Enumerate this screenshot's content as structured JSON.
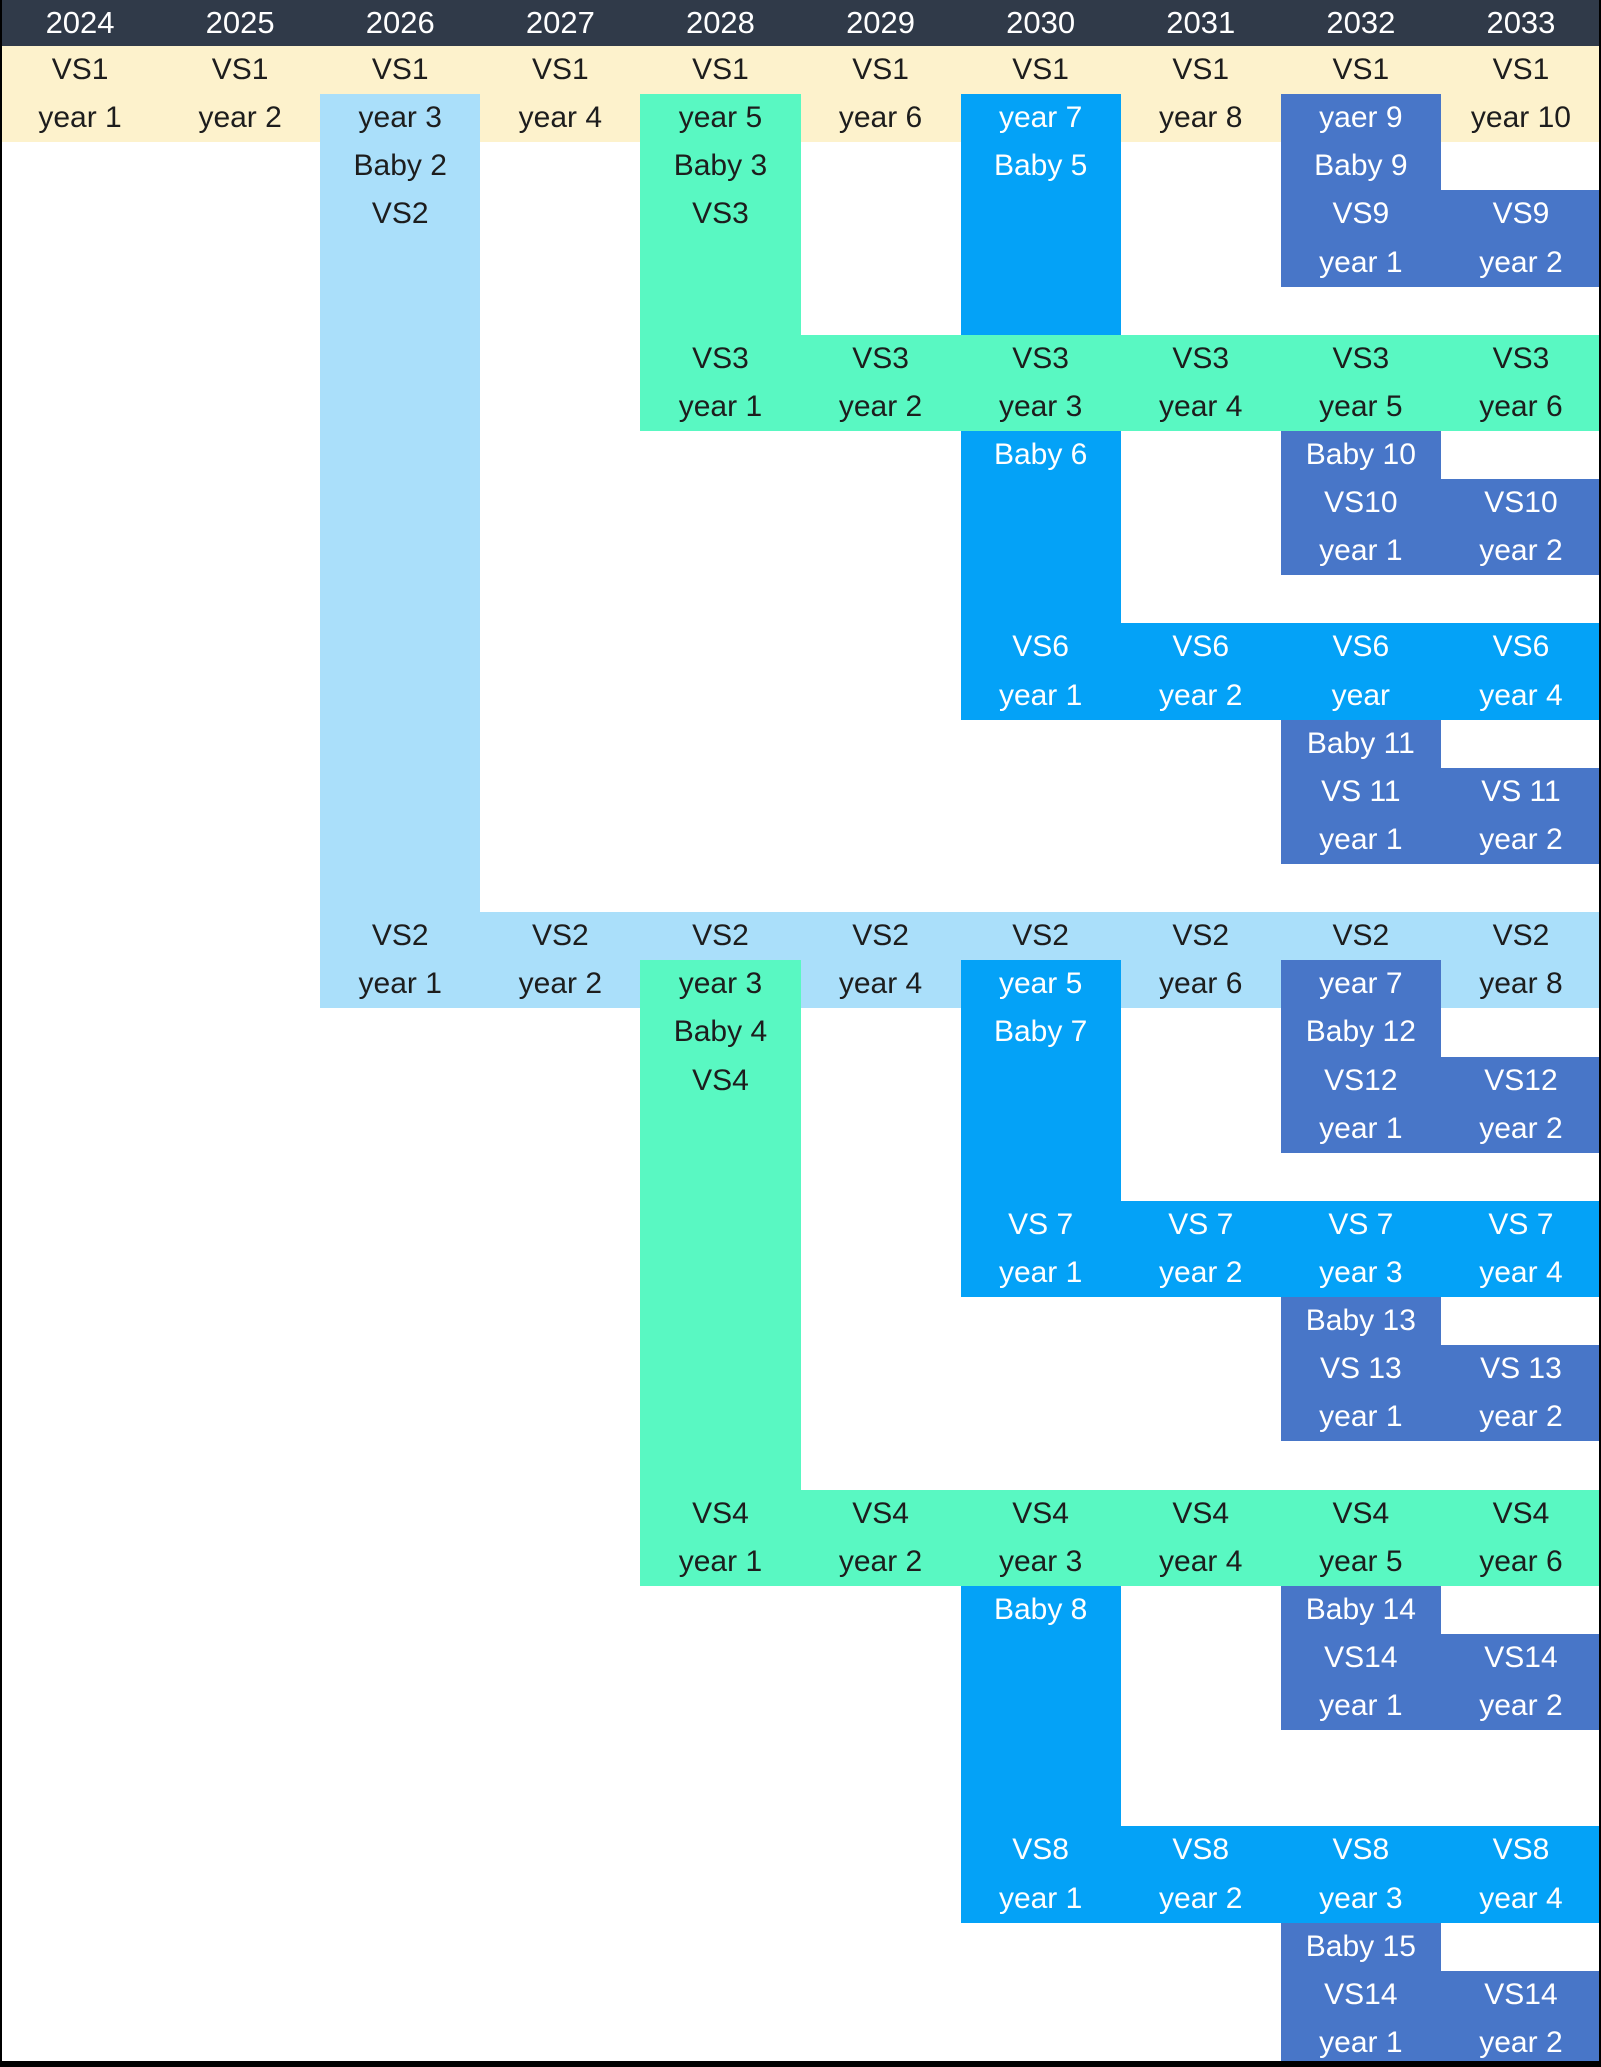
{
  "colors": {
    "header_bg": "#303A49",
    "header_text": "#FFFFFF",
    "cream": "#FDF2CC",
    "light_blue": "#AADFFA",
    "mint": "#59F8C2",
    "azure": "#04A2F7",
    "indigo": "#4876C8",
    "text_dark": "#1D1D1D",
    "text_light": "#FFFFFF",
    "border": "#000000"
  },
  "header": {
    "years": [
      "2024",
      "2025",
      "2026",
      "2027",
      "2028",
      "2029",
      "2030",
      "2031",
      "2032",
      "2033"
    ]
  },
  "blocks": [
    {
      "name": "vs1-band",
      "color": "cream",
      "c1": 1,
      "c2": 10,
      "r1": 1,
      "r2": 2
    },
    {
      "name": "vs2-vertical",
      "color": "light_blue",
      "c1": 3,
      "c2": 3,
      "r1": 2,
      "r2": 20
    },
    {
      "name": "vs2-band",
      "color": "light_blue",
      "c1": 3,
      "c2": 10,
      "r1": 19,
      "r2": 20
    },
    {
      "name": "vs3-vertical",
      "color": "mint",
      "c1": 5,
      "c2": 5,
      "r1": 2,
      "r2": 8
    },
    {
      "name": "vs3-band",
      "color": "mint",
      "c1": 5,
      "c2": 10,
      "r1": 7,
      "r2": 8
    },
    {
      "name": "vs4-vertical",
      "color": "mint",
      "c1": 5,
      "c2": 5,
      "r1": 20,
      "r2": 32
    },
    {
      "name": "vs4-band",
      "color": "mint",
      "c1": 5,
      "c2": 10,
      "r1": 31,
      "r2": 32
    },
    {
      "name": "baby5-vertical",
      "color": "azure",
      "c1": 7,
      "c2": 7,
      "r1": 2,
      "r2": 6
    },
    {
      "name": "baby6-vertical",
      "color": "azure",
      "c1": 7,
      "c2": 7,
      "r1": 9,
      "r2": 14
    },
    {
      "name": "vs6-band",
      "color": "azure",
      "c1": 7,
      "c2": 10,
      "r1": 13,
      "r2": 14
    },
    {
      "name": "baby7-vertical",
      "color": "azure",
      "c1": 7,
      "c2": 7,
      "r1": 20,
      "r2": 26
    },
    {
      "name": "vs7-band",
      "color": "azure",
      "c1": 7,
      "c2": 10,
      "r1": 25,
      "r2": 26
    },
    {
      "name": "baby8-vertical",
      "color": "azure",
      "c1": 7,
      "c2": 7,
      "r1": 33,
      "r2": 39
    },
    {
      "name": "vs8-band",
      "color": "azure",
      "c1": 7,
      "c2": 10,
      "r1": 38,
      "r2": 39
    },
    {
      "name": "vs9-block",
      "color": "indigo",
      "c1": 9,
      "c2": 9,
      "r1": 2,
      "r2": 5
    },
    {
      "name": "vs9-ext",
      "color": "indigo",
      "c1": 10,
      "c2": 10,
      "r1": 4,
      "r2": 5
    },
    {
      "name": "vs10-block",
      "color": "indigo",
      "c1": 9,
      "c2": 9,
      "r1": 9,
      "r2": 11
    },
    {
      "name": "vs10-ext",
      "color": "indigo",
      "c1": 10,
      "c2": 10,
      "r1": 10,
      "r2": 11
    },
    {
      "name": "vs11-block",
      "color": "indigo",
      "c1": 9,
      "c2": 9,
      "r1": 15,
      "r2": 17
    },
    {
      "name": "vs11-ext",
      "color": "indigo",
      "c1": 10,
      "c2": 10,
      "r1": 16,
      "r2": 17
    },
    {
      "name": "vs12-block",
      "color": "indigo",
      "c1": 9,
      "c2": 9,
      "r1": 20,
      "r2": 23
    },
    {
      "name": "vs12-ext",
      "color": "indigo",
      "c1": 10,
      "c2": 10,
      "r1": 22,
      "r2": 23
    },
    {
      "name": "vs13-block",
      "color": "indigo",
      "c1": 9,
      "c2": 9,
      "r1": 27,
      "r2": 29
    },
    {
      "name": "vs13-ext",
      "color": "indigo",
      "c1": 10,
      "c2": 10,
      "r1": 28,
      "r2": 29
    },
    {
      "name": "vs14-block",
      "color": "indigo",
      "c1": 9,
      "c2": 9,
      "r1": 33,
      "r2": 35
    },
    {
      "name": "vs14-ext",
      "color": "indigo",
      "c1": 10,
      "c2": 10,
      "r1": 34,
      "r2": 35
    },
    {
      "name": "vs15-block",
      "color": "indigo",
      "c1": 9,
      "c2": 9,
      "r1": 40,
      "r2": 42
    },
    {
      "name": "vs15-ext",
      "color": "indigo",
      "c1": 10,
      "c2": 10,
      "r1": 41,
      "r2": 42
    }
  ],
  "cells": [
    {
      "c": 1,
      "r": 1,
      "t": "VS1"
    },
    {
      "c": 2,
      "r": 1,
      "t": "VS1"
    },
    {
      "c": 3,
      "r": 1,
      "t": "VS1"
    },
    {
      "c": 4,
      "r": 1,
      "t": "VS1"
    },
    {
      "c": 5,
      "r": 1,
      "t": "VS1"
    },
    {
      "c": 6,
      "r": 1,
      "t": "VS1"
    },
    {
      "c": 7,
      "r": 1,
      "t": "VS1"
    },
    {
      "c": 8,
      "r": 1,
      "t": "VS1"
    },
    {
      "c": 9,
      "r": 1,
      "t": "VS1"
    },
    {
      "c": 10,
      "r": 1,
      "t": "VS1"
    },
    {
      "c": 1,
      "r": 2,
      "t": "year 1"
    },
    {
      "c": 2,
      "r": 2,
      "t": "year 2"
    },
    {
      "c": 3,
      "r": 2,
      "t": "year 3"
    },
    {
      "c": 4,
      "r": 2,
      "t": "year 4"
    },
    {
      "c": 5,
      "r": 2,
      "t": "year 5"
    },
    {
      "c": 6,
      "r": 2,
      "t": "year 6"
    },
    {
      "c": 7,
      "r": 2,
      "t": "year 7",
      "w": 1
    },
    {
      "c": 8,
      "r": 2,
      "t": "year 8"
    },
    {
      "c": 9,
      "r": 2,
      "t": "yaer 9",
      "w": 1
    },
    {
      "c": 10,
      "r": 2,
      "t": "year 10"
    },
    {
      "c": 3,
      "r": 3,
      "t": "Baby 2"
    },
    {
      "c": 5,
      "r": 3,
      "t": "Baby 3"
    },
    {
      "c": 7,
      "r": 3,
      "t": "Baby 5",
      "w": 1
    },
    {
      "c": 9,
      "r": 3,
      "t": "Baby 9",
      "w": 1
    },
    {
      "c": 3,
      "r": 4,
      "t": "VS2"
    },
    {
      "c": 5,
      "r": 4,
      "t": "VS3"
    },
    {
      "c": 9,
      "r": 4,
      "t": "VS9",
      "w": 1
    },
    {
      "c": 10,
      "r": 4,
      "t": "VS9",
      "w": 1
    },
    {
      "c": 9,
      "r": 5,
      "t": "year 1",
      "w": 1
    },
    {
      "c": 10,
      "r": 5,
      "t": "year 2",
      "w": 1
    },
    {
      "c": 5,
      "r": 7,
      "t": "VS3"
    },
    {
      "c": 6,
      "r": 7,
      "t": "VS3"
    },
    {
      "c": 7,
      "r": 7,
      "t": "VS3"
    },
    {
      "c": 8,
      "r": 7,
      "t": "VS3"
    },
    {
      "c": 9,
      "r": 7,
      "t": "VS3"
    },
    {
      "c": 10,
      "r": 7,
      "t": "VS3"
    },
    {
      "c": 5,
      "r": 8,
      "t": "year 1"
    },
    {
      "c": 6,
      "r": 8,
      "t": "year 2"
    },
    {
      "c": 7,
      "r": 8,
      "t": "year 3"
    },
    {
      "c": 8,
      "r": 8,
      "t": "year 4"
    },
    {
      "c": 9,
      "r": 8,
      "t": "year 5"
    },
    {
      "c": 10,
      "r": 8,
      "t": "year 6"
    },
    {
      "c": 7,
      "r": 9,
      "t": "Baby 6",
      "w": 1
    },
    {
      "c": 9,
      "r": 9,
      "t": "Baby 10",
      "w": 1
    },
    {
      "c": 9,
      "r": 10,
      "t": "VS10",
      "w": 1
    },
    {
      "c": 10,
      "r": 10,
      "t": "VS10",
      "w": 1
    },
    {
      "c": 9,
      "r": 11,
      "t": "year 1",
      "w": 1
    },
    {
      "c": 10,
      "r": 11,
      "t": "year 2",
      "w": 1
    },
    {
      "c": 7,
      "r": 13,
      "t": "VS6",
      "w": 1
    },
    {
      "c": 8,
      "r": 13,
      "t": "VS6",
      "w": 1
    },
    {
      "c": 9,
      "r": 13,
      "t": "VS6",
      "w": 1
    },
    {
      "c": 10,
      "r": 13,
      "t": "VS6",
      "w": 1
    },
    {
      "c": 7,
      "r": 14,
      "t": "year 1",
      "w": 1
    },
    {
      "c": 8,
      "r": 14,
      "t": "year 2",
      "w": 1
    },
    {
      "c": 9,
      "r": 14,
      "t": "year",
      "w": 1
    },
    {
      "c": 10,
      "r": 14,
      "t": "year 4",
      "w": 1
    },
    {
      "c": 9,
      "r": 15,
      "t": "Baby 11",
      "w": 1
    },
    {
      "c": 9,
      "r": 16,
      "t": "VS 11",
      "w": 1
    },
    {
      "c": 10,
      "r": 16,
      "t": "VS 11",
      "w": 1
    },
    {
      "c": 9,
      "r": 17,
      "t": "year 1",
      "w": 1
    },
    {
      "c": 10,
      "r": 17,
      "t": "year 2",
      "w": 1
    },
    {
      "c": 3,
      "r": 19,
      "t": "VS2"
    },
    {
      "c": 4,
      "r": 19,
      "t": "VS2"
    },
    {
      "c": 5,
      "r": 19,
      "t": "VS2"
    },
    {
      "c": 6,
      "r": 19,
      "t": "VS2"
    },
    {
      "c": 7,
      "r": 19,
      "t": "VS2"
    },
    {
      "c": 8,
      "r": 19,
      "t": "VS2"
    },
    {
      "c": 9,
      "r": 19,
      "t": "VS2"
    },
    {
      "c": 10,
      "r": 19,
      "t": "VS2"
    },
    {
      "c": 3,
      "r": 20,
      "t": "year 1"
    },
    {
      "c": 4,
      "r": 20,
      "t": "year 2"
    },
    {
      "c": 5,
      "r": 20,
      "t": "year 3"
    },
    {
      "c": 6,
      "r": 20,
      "t": "year 4"
    },
    {
      "c": 7,
      "r": 20,
      "t": "year 5",
      "w": 1
    },
    {
      "c": 8,
      "r": 20,
      "t": "year 6"
    },
    {
      "c": 9,
      "r": 20,
      "t": "year 7",
      "w": 1
    },
    {
      "c": 10,
      "r": 20,
      "t": "year 8"
    },
    {
      "c": 5,
      "r": 21,
      "t": "Baby 4"
    },
    {
      "c": 7,
      "r": 21,
      "t": "Baby 7",
      "w": 1
    },
    {
      "c": 9,
      "r": 21,
      "t": "Baby 12",
      "w": 1
    },
    {
      "c": 5,
      "r": 22,
      "t": "VS4"
    },
    {
      "c": 9,
      "r": 22,
      "t": "VS12",
      "w": 1
    },
    {
      "c": 10,
      "r": 22,
      "t": "VS12",
      "w": 1
    },
    {
      "c": 9,
      "r": 23,
      "t": "year 1",
      "w": 1
    },
    {
      "c": 10,
      "r": 23,
      "t": "year 2",
      "w": 1
    },
    {
      "c": 7,
      "r": 25,
      "t": "VS 7",
      "w": 1
    },
    {
      "c": 8,
      "r": 25,
      "t": "VS 7",
      "w": 1
    },
    {
      "c": 9,
      "r": 25,
      "t": "VS 7",
      "w": 1
    },
    {
      "c": 10,
      "r": 25,
      "t": "VS 7",
      "w": 1
    },
    {
      "c": 7,
      "r": 26,
      "t": "year 1",
      "w": 1
    },
    {
      "c": 8,
      "r": 26,
      "t": "year 2",
      "w": 1
    },
    {
      "c": 9,
      "r": 26,
      "t": "year 3",
      "w": 1
    },
    {
      "c": 10,
      "r": 26,
      "t": "year 4",
      "w": 1
    },
    {
      "c": 9,
      "r": 27,
      "t": "Baby 13",
      "w": 1
    },
    {
      "c": 9,
      "r": 28,
      "t": "VS 13",
      "w": 1
    },
    {
      "c": 10,
      "r": 28,
      "t": "VS 13",
      "w": 1
    },
    {
      "c": 9,
      "r": 29,
      "t": "year 1",
      "w": 1
    },
    {
      "c": 10,
      "r": 29,
      "t": "year 2",
      "w": 1
    },
    {
      "c": 5,
      "r": 31,
      "t": "VS4"
    },
    {
      "c": 6,
      "r": 31,
      "t": "VS4"
    },
    {
      "c": 7,
      "r": 31,
      "t": "VS4"
    },
    {
      "c": 8,
      "r": 31,
      "t": "VS4"
    },
    {
      "c": 9,
      "r": 31,
      "t": "VS4"
    },
    {
      "c": 10,
      "r": 31,
      "t": "VS4"
    },
    {
      "c": 5,
      "r": 32,
      "t": "year 1"
    },
    {
      "c": 6,
      "r": 32,
      "t": "year 2"
    },
    {
      "c": 7,
      "r": 32,
      "t": "year 3"
    },
    {
      "c": 8,
      "r": 32,
      "t": "year 4"
    },
    {
      "c": 9,
      "r": 32,
      "t": "year 5"
    },
    {
      "c": 10,
      "r": 32,
      "t": "year 6"
    },
    {
      "c": 7,
      "r": 33,
      "t": "Baby 8",
      "w": 1
    },
    {
      "c": 9,
      "r": 33,
      "t": "Baby 14",
      "w": 1
    },
    {
      "c": 9,
      "r": 34,
      "t": "VS14",
      "w": 1
    },
    {
      "c": 10,
      "r": 34,
      "t": "VS14",
      "w": 1
    },
    {
      "c": 9,
      "r": 35,
      "t": "year 1",
      "w": 1
    },
    {
      "c": 10,
      "r": 35,
      "t": "year 2",
      "w": 1
    },
    {
      "c": 7,
      "r": 38,
      "t": "VS8",
      "w": 1
    },
    {
      "c": 8,
      "r": 38,
      "t": "VS8",
      "w": 1
    },
    {
      "c": 9,
      "r": 38,
      "t": "VS8",
      "w": 1
    },
    {
      "c": 10,
      "r": 38,
      "t": "VS8",
      "w": 1
    },
    {
      "c": 7,
      "r": 39,
      "t": "year 1",
      "w": 1
    },
    {
      "c": 8,
      "r": 39,
      "t": "year 2",
      "w": 1
    },
    {
      "c": 9,
      "r": 39,
      "t": "year 3",
      "w": 1
    },
    {
      "c": 10,
      "r": 39,
      "t": "year 4",
      "w": 1
    },
    {
      "c": 9,
      "r": 40,
      "t": "Baby 15",
      "w": 1
    },
    {
      "c": 9,
      "r": 41,
      "t": "VS14",
      "w": 1
    },
    {
      "c": 10,
      "r": 41,
      "t": "VS14",
      "w": 1
    },
    {
      "c": 9,
      "r": 42,
      "t": "year 1",
      "w": 1
    },
    {
      "c": 10,
      "r": 42,
      "t": "year 2",
      "w": 1
    }
  ]
}
